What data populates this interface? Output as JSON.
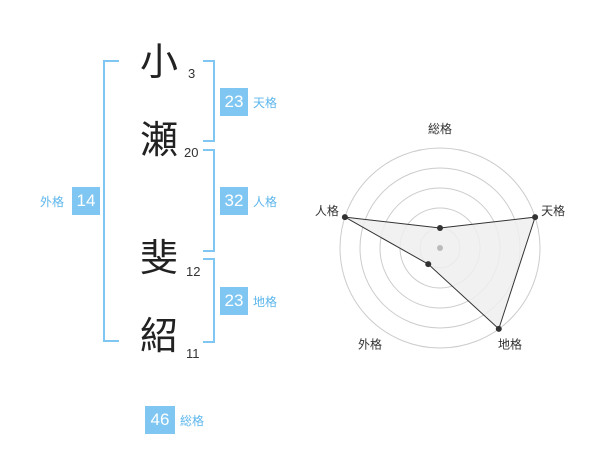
{
  "name": {
    "characters": [
      {
        "kanji": "小",
        "strokes": "3"
      },
      {
        "kanji": "瀬",
        "strokes": "20"
      },
      {
        "kanji": "斐",
        "strokes": "12"
      },
      {
        "kanji": "紹",
        "strokes": "11"
      }
    ]
  },
  "fortunes": {
    "tenkaku": {
      "value": "23",
      "label": "天格"
    },
    "jinkaku": {
      "value": "32",
      "label": "人格"
    },
    "chikaku": {
      "value": "23",
      "label": "地格"
    },
    "gaikaku": {
      "value": "14",
      "label": "外格"
    },
    "soukaku": {
      "value": "46",
      "label": "総格"
    }
  },
  "chart_data": {
    "type": "radar",
    "axes": [
      "総格",
      "天格",
      "地格",
      "外格",
      "人格"
    ],
    "values": [
      0.2,
      1.0,
      1.0,
      0.2,
      1.0
    ],
    "max": 1.0,
    "rings": 5,
    "colors": {
      "fill": "#eeeeee",
      "line": "#333333",
      "grid": "#cccccc",
      "center": "#bbbbbb"
    }
  }
}
